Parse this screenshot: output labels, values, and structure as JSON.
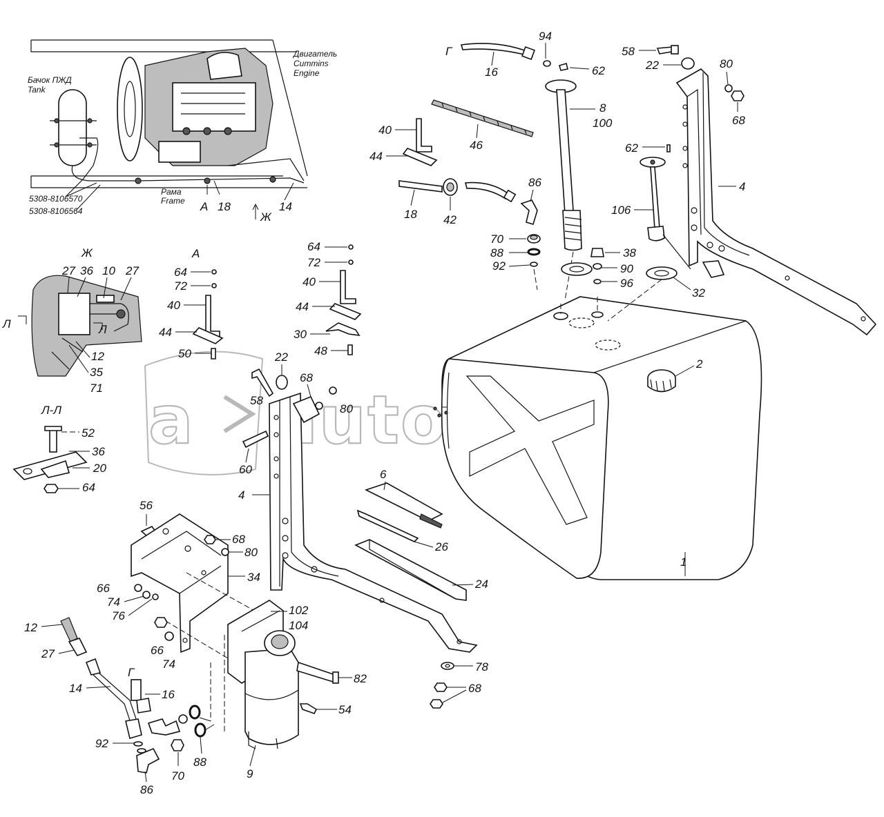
{
  "watermark": "autopiter.ru",
  "inset": {
    "tank_label_ru": "Бачок ПЖД",
    "tank_label_en": "Tank",
    "engine_label_ru": "Двигатель",
    "engine_label_en1": "Cummins",
    "engine_label_en2": "Engine",
    "frame_label_ru": "Рама",
    "frame_label_en": "Frame",
    "part_no_1": "5308-8106570",
    "part_no_2": "5308-8106564",
    "callout_a": "А",
    "callout_18": "18",
    "callout_zh": "Ж",
    "callout_14": "14"
  },
  "section_labels": {
    "zh": "Ж",
    "a": "А",
    "l_l": "Л-Л",
    "g_top": "Г",
    "g_bottom": "Г",
    "l_left": "Л",
    "l_right": "Л"
  },
  "view_zh_numbers": [
    "27",
    "36",
    "10",
    "27",
    "12",
    "35",
    "71"
  ],
  "callouts": {
    "n94": "94",
    "n16_top": "16",
    "n62_top": "62",
    "n8": "8",
    "n100": "100",
    "n46": "46",
    "n40_top": "40",
    "n44_top": "44",
    "n86_top": "86",
    "n18": "18",
    "n42": "42",
    "n70_top": "70",
    "n88_top": "88",
    "n92_top": "92",
    "n58_top": "58",
    "n22_top": "22",
    "n80_top": "80",
    "n68_top": "68",
    "n62_mid": "62",
    "n4_right": "4",
    "n106": "106",
    "n38": "38",
    "n90": "90",
    "n96": "96",
    "n32": "32",
    "n2": "2",
    "n1": "1",
    "n64_a": "64",
    "n72_a": "72",
    "n40_a": "40",
    "n44_a": "44",
    "n50": "50",
    "n64_b": "64",
    "n72_b": "72",
    "n40_b": "40",
    "n44_b": "44",
    "n30": "30",
    "n48": "48",
    "n22_mid": "22",
    "n68_mid": "68",
    "n58_mid": "58",
    "n80_mid": "80",
    "n60": "60",
    "n4_left": "4",
    "n52": "52",
    "n36": "36",
    "n20": "20",
    "n64_c": "64",
    "n6": "6",
    "n26": "26",
    "n24": "24",
    "n56": "56",
    "n68_low": "68",
    "n80_low": "80",
    "n34": "34",
    "n66_a": "66",
    "n74_a": "74",
    "n76": "76",
    "n102": "102",
    "n104": "104",
    "n12": "12",
    "n27": "27",
    "n66_b": "66",
    "n74_b": "74",
    "n16_low": "16",
    "n14": "14",
    "n82": "82",
    "n54": "54",
    "n92_low": "92",
    "n86_low": "86",
    "n70_low": "70",
    "n88_low": "88",
    "n9": "9",
    "n78": "78",
    "n68_bottom": "68"
  }
}
